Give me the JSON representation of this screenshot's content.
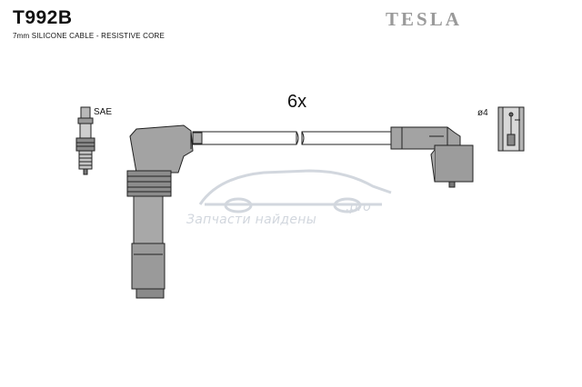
{
  "header": {
    "part_number": "T992B",
    "subtitle": "7mm SILICONE CABLE - RESISTIVE CORE",
    "brand": "TESLA"
  },
  "diagram": {
    "quantity_label": "6x",
    "plug_standard_label": "SAE",
    "terminal_label": "ø4"
  },
  "watermark": {
    "text": "Запчасти найдены"
  },
  "colors": {
    "boot_fill": "#a3a3a3",
    "boot_dark": "#7a7a7a",
    "outline": "#222222",
    "watermark": "#d2d7de",
    "brand": "#9a9a9a"
  }
}
